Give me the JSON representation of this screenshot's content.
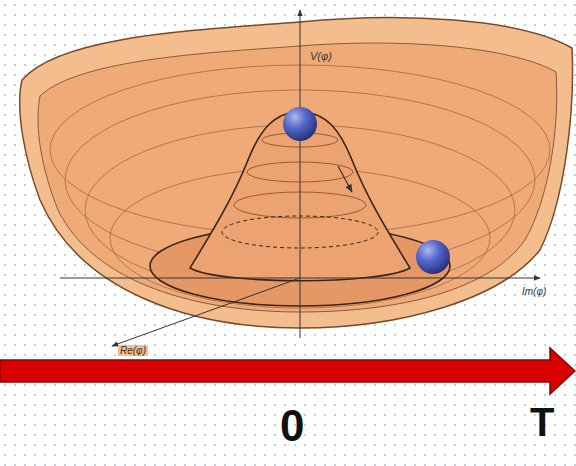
{
  "diagram": {
    "labels": [
      "V(φ)",
      "Im(φ)",
      "Re(φ)",
      "0",
      "T"
    ]
  }
}
